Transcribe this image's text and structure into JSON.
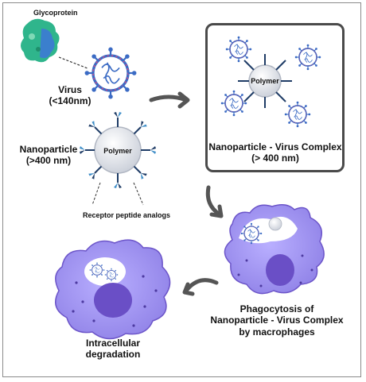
{
  "labels": {
    "glycoprotein": "Glycoprotein",
    "virus_name": "Virus",
    "virus_size": "(<140nm)",
    "nanoparticle_name": "Nanoparticle",
    "nanoparticle_size": "(>400 nm)",
    "polymer": "Polymer",
    "receptor_analogs": "Receptor peptide analogs",
    "complex_title": "Nanoparticle - Virus Complex",
    "complex_size": "(> 400 nm)",
    "phago_line1": "Phagocytosis of",
    "phago_line2": "Nanoparticle - Virus Complex",
    "phago_line3": "by macrophages",
    "degradation_line1": "Intracellular",
    "degradation_line2": "degradation"
  },
  "colors": {
    "virus_outline": "#3b6bc4",
    "virus_spike_pink": "#e0457f",
    "polymer_fill": "#e3e6ec",
    "receptor_dark": "#1f3c66",
    "receptor_light": "#3f8ec8",
    "macrophage_fill": "#a79cf0",
    "macrophage_dark": "#6c55c9",
    "nucleus": "#6a4fc6",
    "arrow": "#555555",
    "glyco_green": "#2fb58c",
    "glyco_blue": "#3d79d4"
  },
  "icons": [
    "glycoprotein-icon",
    "virus-icon",
    "nanoparticle-icon",
    "complex-icon",
    "macrophage-icon",
    "arrow-icon"
  ]
}
